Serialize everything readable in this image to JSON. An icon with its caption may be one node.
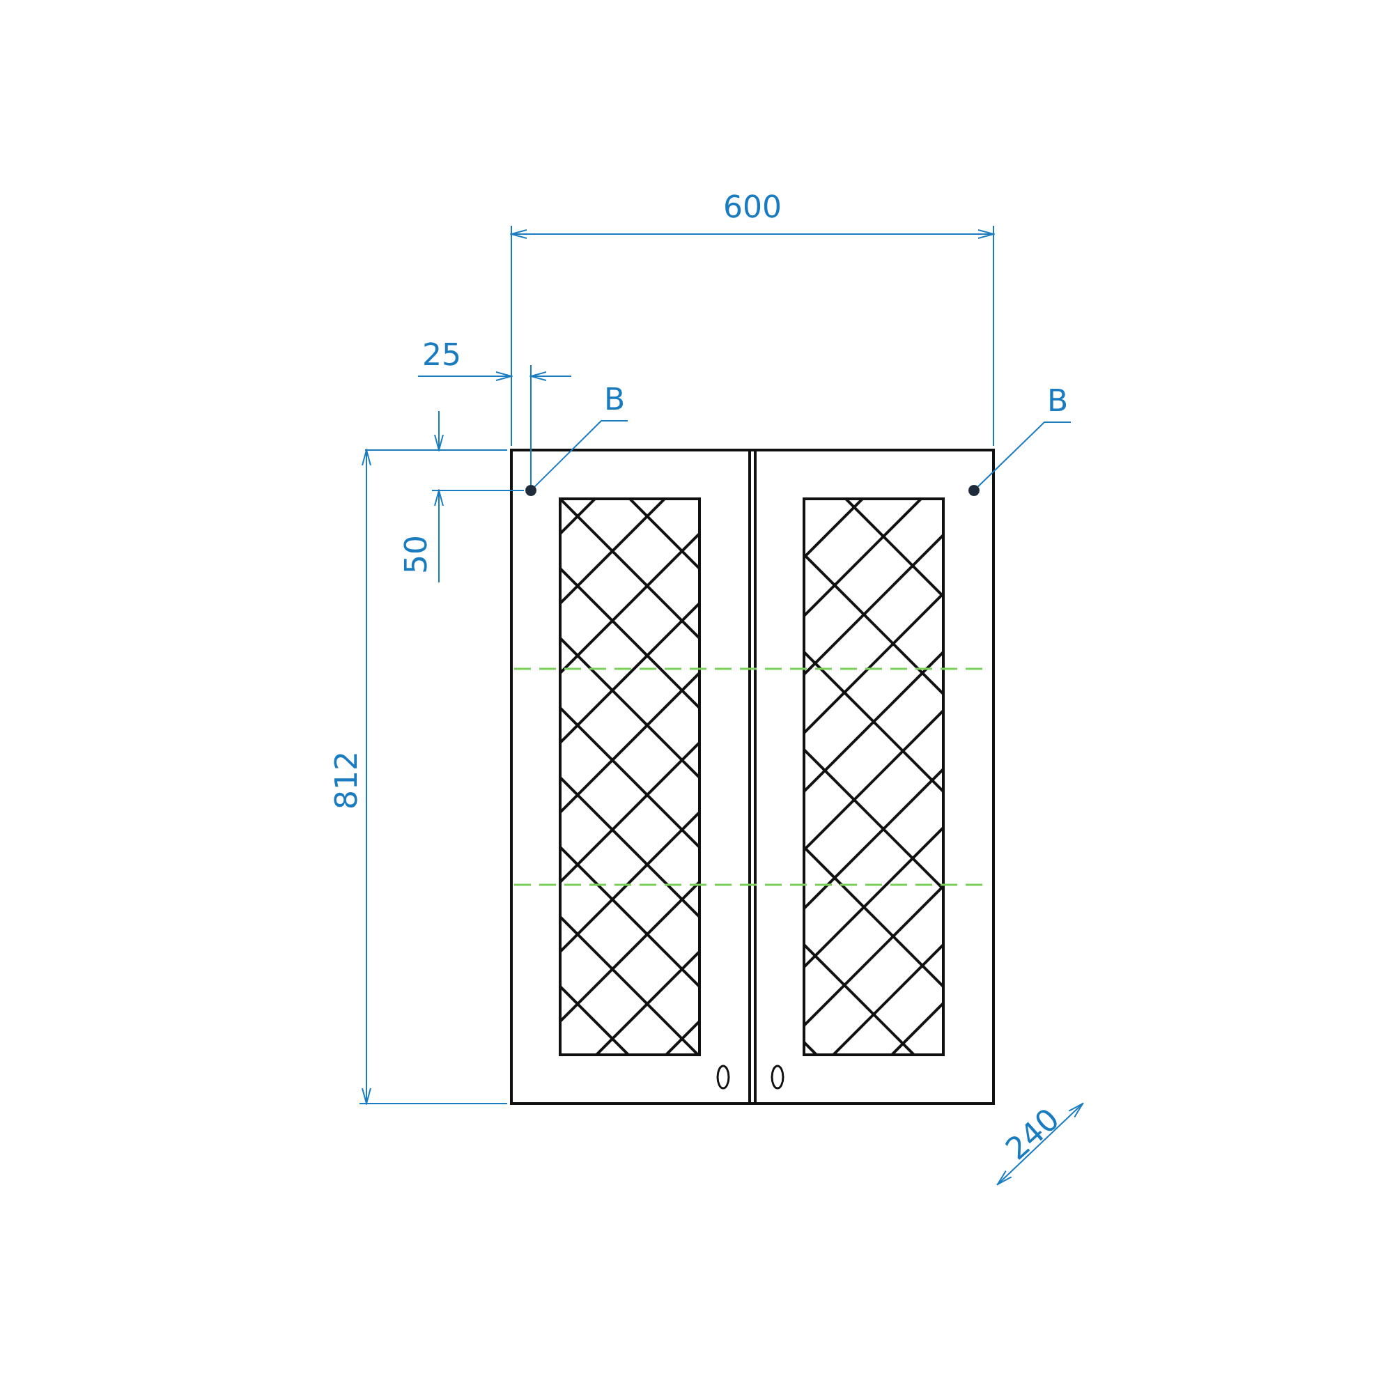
{
  "diagram": {
    "nodes": [
      {
        "text": [
          "B"
        ]
      },
      {
        "text": [
          "B"
        ]
      },
      {
        "text": [],
        "shape": "circle"
      },
      {
        "text": [],
        "shape": "circle"
      }
    ],
    "edges": [
      {
        "from": 0,
        "to": 2,
        "arrow": "none"
      },
      {
        "from": 1,
        "to": 3,
        "arrow": "none"
      }
    ],
    "labels": [
      "600",
      "25",
      "50",
      "812",
      "240"
    ]
  }
}
